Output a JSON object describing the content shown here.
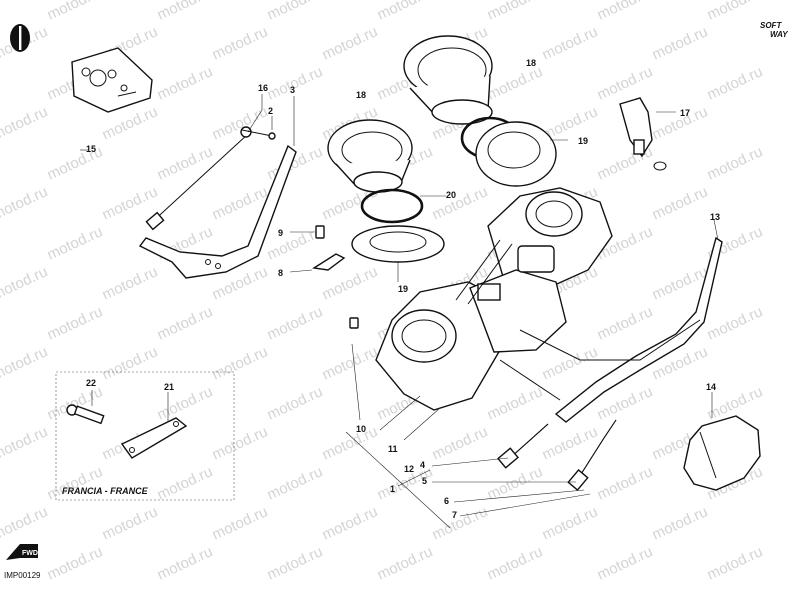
{
  "watermark": "motod.ru",
  "brand": {
    "line1": "SOFT",
    "line2": "WAY"
  },
  "diagram_code": "IMP00129",
  "inset_label": "FRANCIA - FRANCE",
  "fwd_label": "FWD",
  "callouts": {
    "n1": "1",
    "n2": "2",
    "n3": "3",
    "n4": "4",
    "n5": "5",
    "n6": "6",
    "n7": "7",
    "n8": "8",
    "n9": "9",
    "n10": "10",
    "n11": "11",
    "n12": "12",
    "n13": "13",
    "n14": "14",
    "n15": "15",
    "n16": "16",
    "n17": "17",
    "n18a": "18",
    "n18b": "18",
    "n19a": "19",
    "n19b": "19",
    "n20": "20",
    "n21": "21",
    "n22": "22"
  }
}
